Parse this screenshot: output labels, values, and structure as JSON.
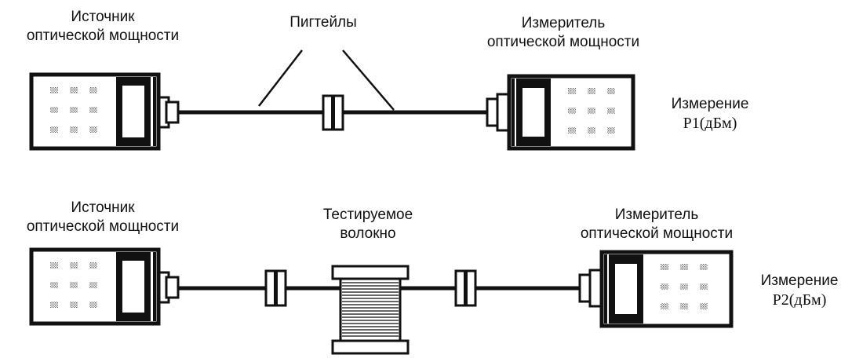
{
  "diagram": {
    "top": {
      "source_label": [
        "Источник",
        "оптической мощности"
      ],
      "pigtails_label": "Пигтейлы",
      "meter_label": [
        "Измеритель",
        "оптической мощности"
      ],
      "measurement_label": [
        "Измерение",
        "P1(дБм)"
      ]
    },
    "bottom": {
      "source_label": [
        "Источник",
        "оптической мощности"
      ],
      "fiber_label": [
        "Тестируемое",
        "волокно"
      ],
      "meter_label": [
        "Измеритель",
        "оптической мощности"
      ],
      "measurement_label": [
        "Измерение",
        "P2(дБм)"
      ]
    }
  }
}
